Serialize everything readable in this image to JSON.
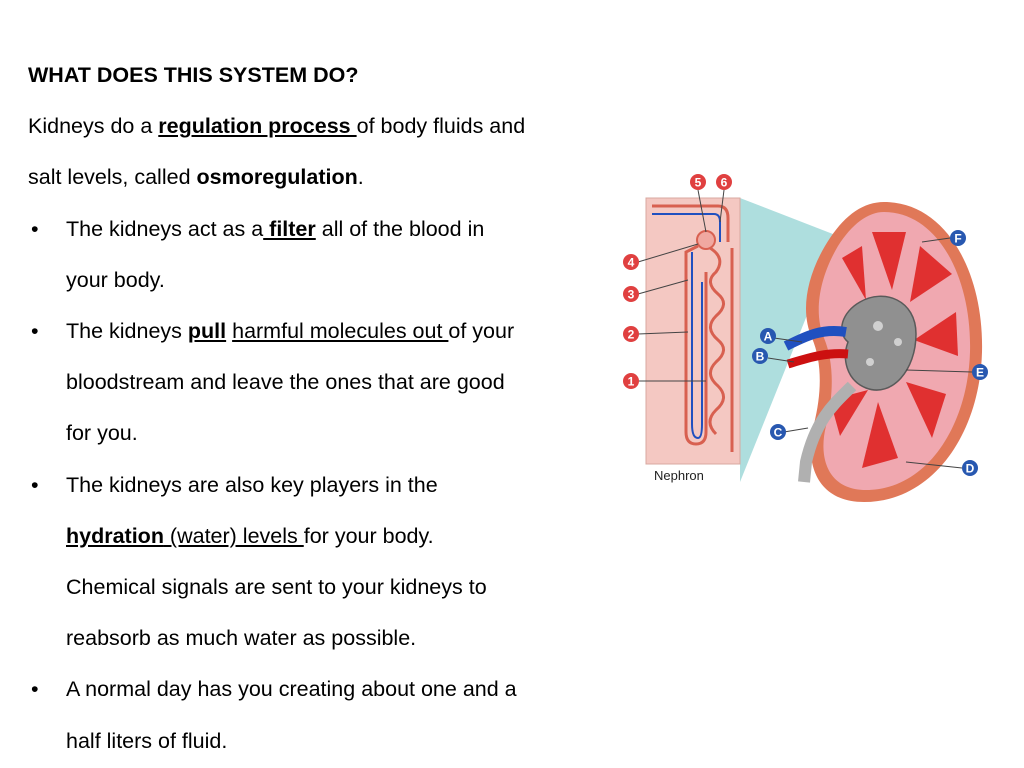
{
  "heading": "WHAT DOES THIS SYSTEM DO?",
  "intro": {
    "line1_a": "Kidneys do a ",
    "line1_b": "regulation process ",
    "line1_c": "of body fluids and",
    "line2_a": "salt levels, called ",
    "line2_b": "osmoregulation",
    "line2_c": "."
  },
  "bullets": {
    "symbol": "•",
    "b1": {
      "a": "The kidneys act as a",
      "b": " filter",
      "c": " all of the blood in",
      "d": "your body."
    },
    "b2": {
      "a": "The kidneys ",
      "b": "pull",
      "c": " ",
      "d": "harmful molecules out ",
      "e": "of your",
      "f": "bloodstream and leave the ones that are good",
      "g": "for you."
    },
    "b3": {
      "a": "The kidneys are also key players in the",
      "b": "hydration",
      "c": " (water) levels ",
      "d": "for your body.",
      "e": "Chemical signals are sent to your kidneys to",
      "f": "reabsorb as much water as possible."
    },
    "b4": {
      "a": "A normal day has you creating about one and a",
      "b": "half liters of fluid."
    }
  },
  "diagram": {
    "nephron_label": "Nephron",
    "number_labels": [
      "1",
      "2",
      "3",
      "4",
      "5",
      "6"
    ],
    "letter_labels": [
      "A",
      "B",
      "C",
      "D",
      "E",
      "F"
    ],
    "colors": {
      "nephron_bg": "#f4c8c2",
      "cortex": "#f0a0a0",
      "capsule": "#e07858",
      "pyramid": "#e03030",
      "pelvis": "#909090",
      "vein": "#2050c0",
      "artery": "#cc1010",
      "label_badge": "#e04040",
      "letter_badge": "#2858b0",
      "zoom": "#a0d8d8"
    }
  }
}
